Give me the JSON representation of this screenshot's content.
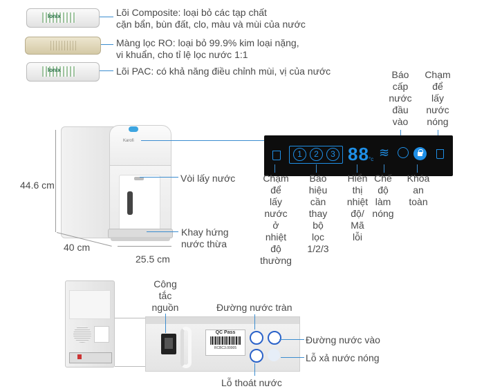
{
  "filters": [
    {
      "line1": "Lõi Composite: loại bỏ các tạp chất",
      "line2": "cặn bẩn, bùn đất, clo, màu và mùi của nước",
      "label": "Ionix"
    },
    {
      "line1": "Màng lọc RO: loại bỏ 99.9% kim loại nặng,",
      "line2": "vi khuẩn, cho tỉ lệ lọc nước 1:1",
      "label": ""
    },
    {
      "line1": "Lõi PAC: có khả năng điều chỉnh mùi, vị của nước",
      "line2": "",
      "label": "Ionix"
    }
  ],
  "top_labels": {
    "supply": [
      "Báo",
      "cấp",
      "nước",
      "đầu",
      "vào"
    ],
    "hot": [
      "Chạm",
      "để",
      "lấy",
      "nước",
      "nóng"
    ]
  },
  "panel": {
    "circles": [
      "1",
      "2",
      "3"
    ],
    "temp": "88",
    "unit": "°c",
    "heat_symbol": "≋",
    "lock_symbol": "🔒",
    "colors": {
      "panel_bg": "#0d0d0d",
      "accent": "#1f8fe6",
      "line": "#3a8ccf"
    }
  },
  "bottom_labels": {
    "normal": [
      "Chạm",
      "để",
      "lấy",
      "nước",
      "ở",
      "nhiệt",
      "độ",
      "thường"
    ],
    "filter": [
      "Báo",
      "hiệu",
      "cần",
      "thay",
      "bộ",
      "lọc",
      "1/2/3"
    ],
    "display": [
      "Hiển",
      "thị",
      "nhiệt",
      "độ/",
      "Mã",
      "lỗi"
    ],
    "heating": [
      "Chế",
      "độ",
      "làm",
      "nóng"
    ],
    "lock": [
      "Khóa",
      "an",
      "toàn"
    ]
  },
  "machine": {
    "height": "44.6 cm",
    "depth": "40 cm",
    "width": "25.5 cm",
    "faucet": "Vòi lấy nước",
    "tray_line1": "Khay hứng",
    "tray_line2": "nước thừa",
    "brand": "Karofi"
  },
  "back": {
    "switch": [
      "Công",
      "tắc",
      "nguồn"
    ],
    "overflow": "Đường nước tràn",
    "inlet": "Đường nước vào",
    "hot_drain": "Lỗ xả nước nóng",
    "drain": "Lỗ thoát nước",
    "qc_title": "QC Pass",
    "qc_code": "RCBC3.00005"
  }
}
